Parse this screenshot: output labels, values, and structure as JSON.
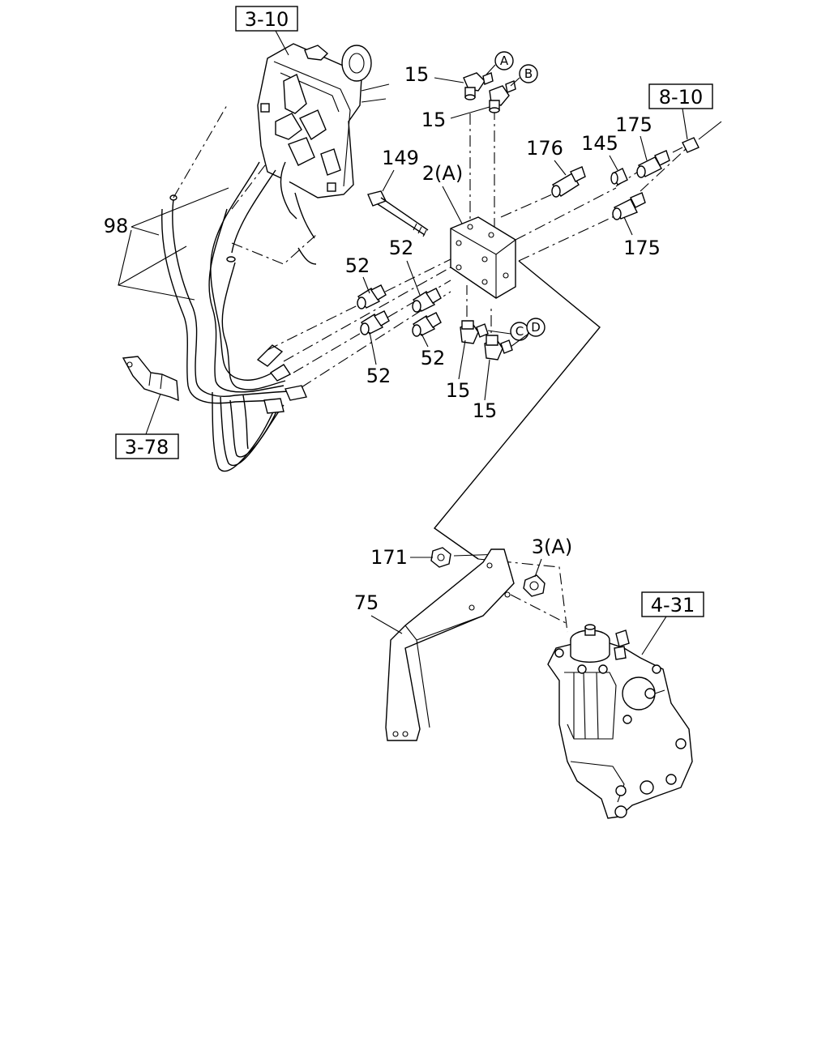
{
  "refs": {
    "r310": "3-10",
    "r810": "8-10",
    "r378": "3-78",
    "r431": "4-31"
  },
  "labels": {
    "p15a": "15",
    "p15b": "15",
    "p15c": "15",
    "p15d": "15",
    "p149": "149",
    "p2a": "2(A)",
    "p176": "176",
    "p145": "145",
    "p175a": "175",
    "p175b": "175",
    "p98": "98",
    "p52a": "52",
    "p52b": "52",
    "p52c": "52",
    "p52d": "52",
    "p171": "171",
    "p3a": "3(A)",
    "p75": "75"
  },
  "markers": {
    "A": "A",
    "B": "B",
    "C": "C",
    "D": "D"
  }
}
